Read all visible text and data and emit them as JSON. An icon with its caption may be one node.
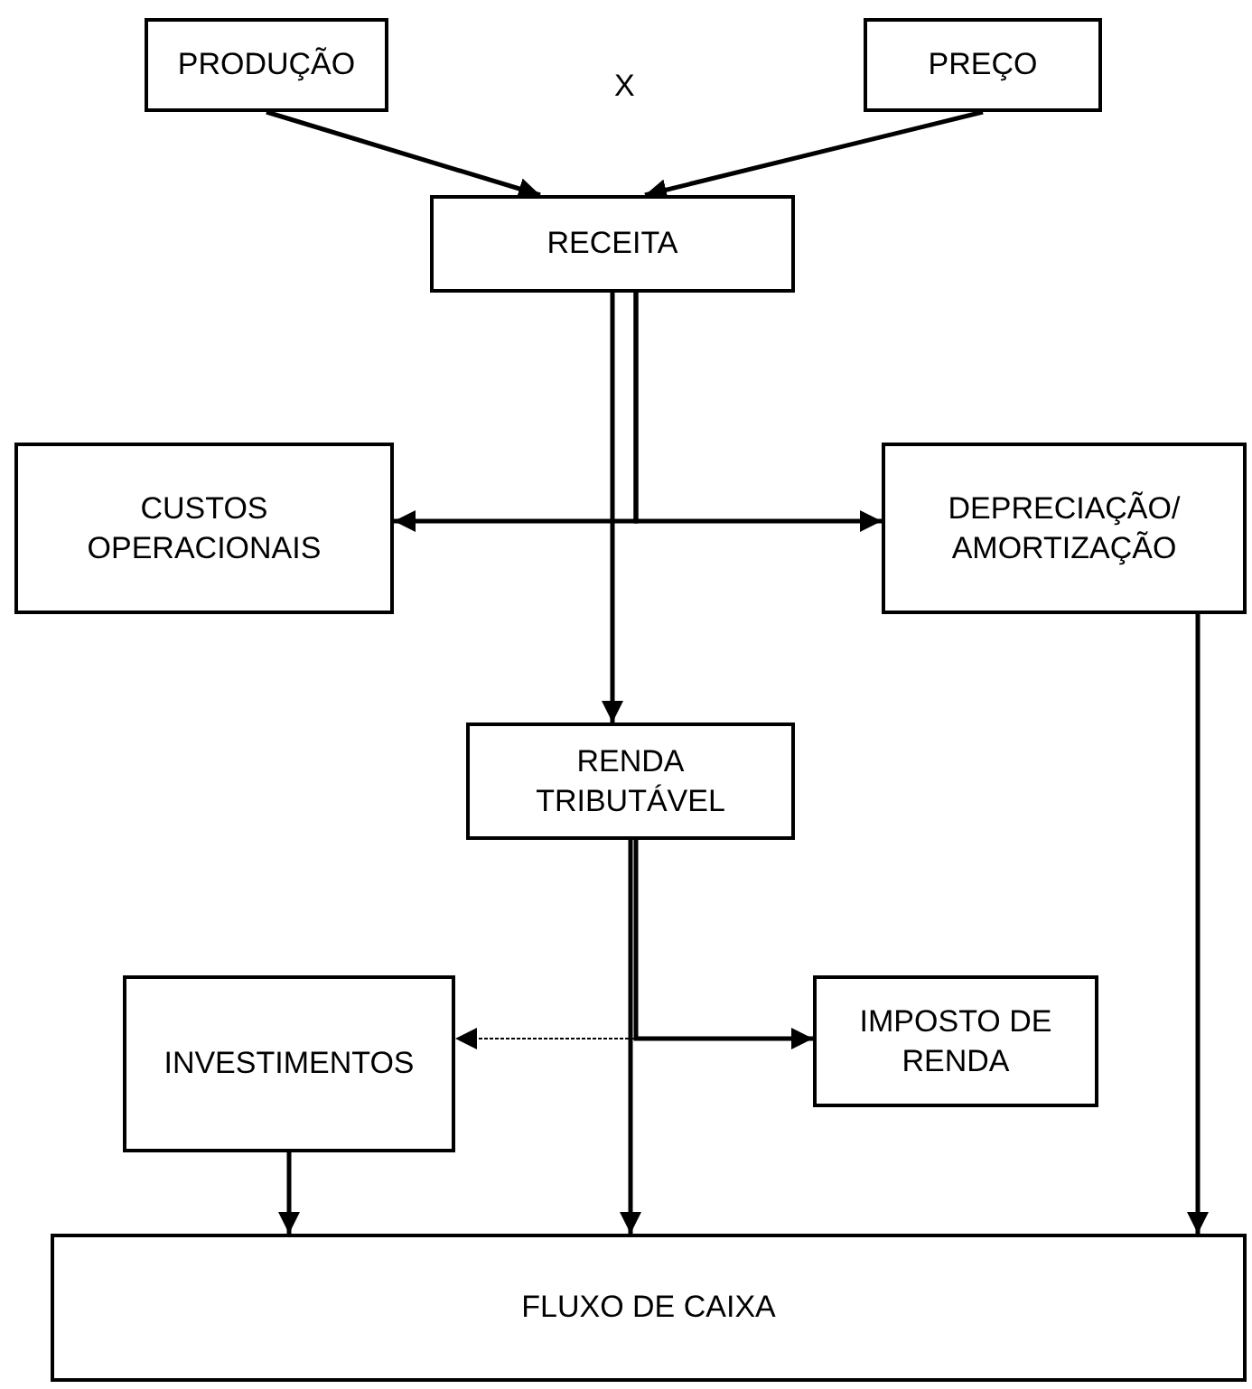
{
  "diagram": {
    "nodes": [
      {
        "text": [
          "PRODUÇÃO"
        ]
      },
      {
        "text": [
          "PREÇO"
        ]
      },
      {
        "text": [
          "RECEITA"
        ]
      },
      {
        "text": [
          "CUSTOS OPERACIONAIS"
        ]
      },
      {
        "text": [
          "DEPRECIAÇÃO/ AMORTIZAÇÃO"
        ]
      },
      {
        "text": [
          "RENDA TRIBUTÁVEL"
        ]
      },
      {
        "text": [
          "INVESTIMENTOS"
        ]
      },
      {
        "text": [
          "IMPOSTO DE RENDA"
        ]
      },
      {
        "text": [
          "FLUXO DE CAIXA"
        ]
      }
    ],
    "edges": [
      {
        "from": 0,
        "to": 2,
        "arrow": "to"
      },
      {
        "from": 1,
        "to": 2,
        "arrow": "to"
      },
      {
        "from": 2,
        "to": 5,
        "arrow": "to"
      },
      {
        "from": 2,
        "to": 3,
        "arrow": "to"
      },
      {
        "from": 2,
        "to": 4,
        "arrow": "to"
      },
      {
        "from": 5,
        "to": 6,
        "arrow": "to",
        "style": "dashed"
      },
      {
        "from": 5,
        "to": 7,
        "arrow": "to"
      },
      {
        "from": 5,
        "to": 8,
        "arrow": "to"
      },
      {
        "from": 6,
        "to": 8,
        "arrow": "to"
      },
      {
        "from": 4,
        "to": 8,
        "arrow": "to"
      }
    ],
    "labels": [
      "X"
    ]
  }
}
